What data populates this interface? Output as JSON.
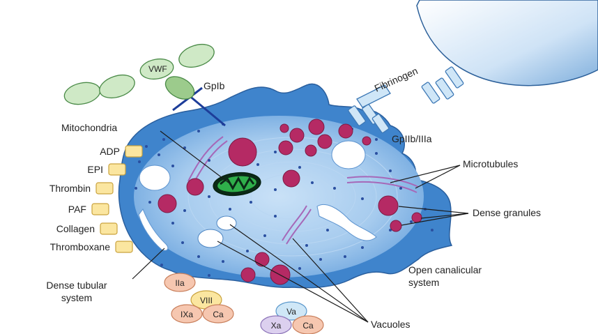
{
  "labels": {
    "vwf": "VWF",
    "gpib": "GpIb",
    "fibrinogen": "Fibrinogen",
    "gpiib_iiia": "GpIIb/IIIa",
    "mitochondria": "Mitochondria",
    "microtubules": "Microtubules",
    "dense_granules": "Dense granules",
    "open_canalicular_line1": "Open canalicular",
    "open_canalicular_line2": "system",
    "dense_tubular_line1": "Dense tubular",
    "dense_tubular_line2": "system",
    "vacuoles": "Vacuoles"
  },
  "receptors": [
    "ADP",
    "EPI",
    "Thrombin",
    "PAF",
    "Collagen",
    "Thromboxane"
  ],
  "factors": [
    "IIa",
    "VIII",
    "IXa",
    "Ca",
    "Va",
    "Xa",
    "Ca"
  ],
  "colors": {
    "platelet_outer": "#3f84cc",
    "platelet_inner": "#9fc7ec",
    "granule": "#b52a64",
    "vwf_green": "#cfe9c6",
    "receptor_yellow": "#fbe6a0",
    "factor_peach": "#f6c7b0",
    "factor_blue": "#cfe7f7",
    "factor_purple": "#dcd0ef"
  }
}
